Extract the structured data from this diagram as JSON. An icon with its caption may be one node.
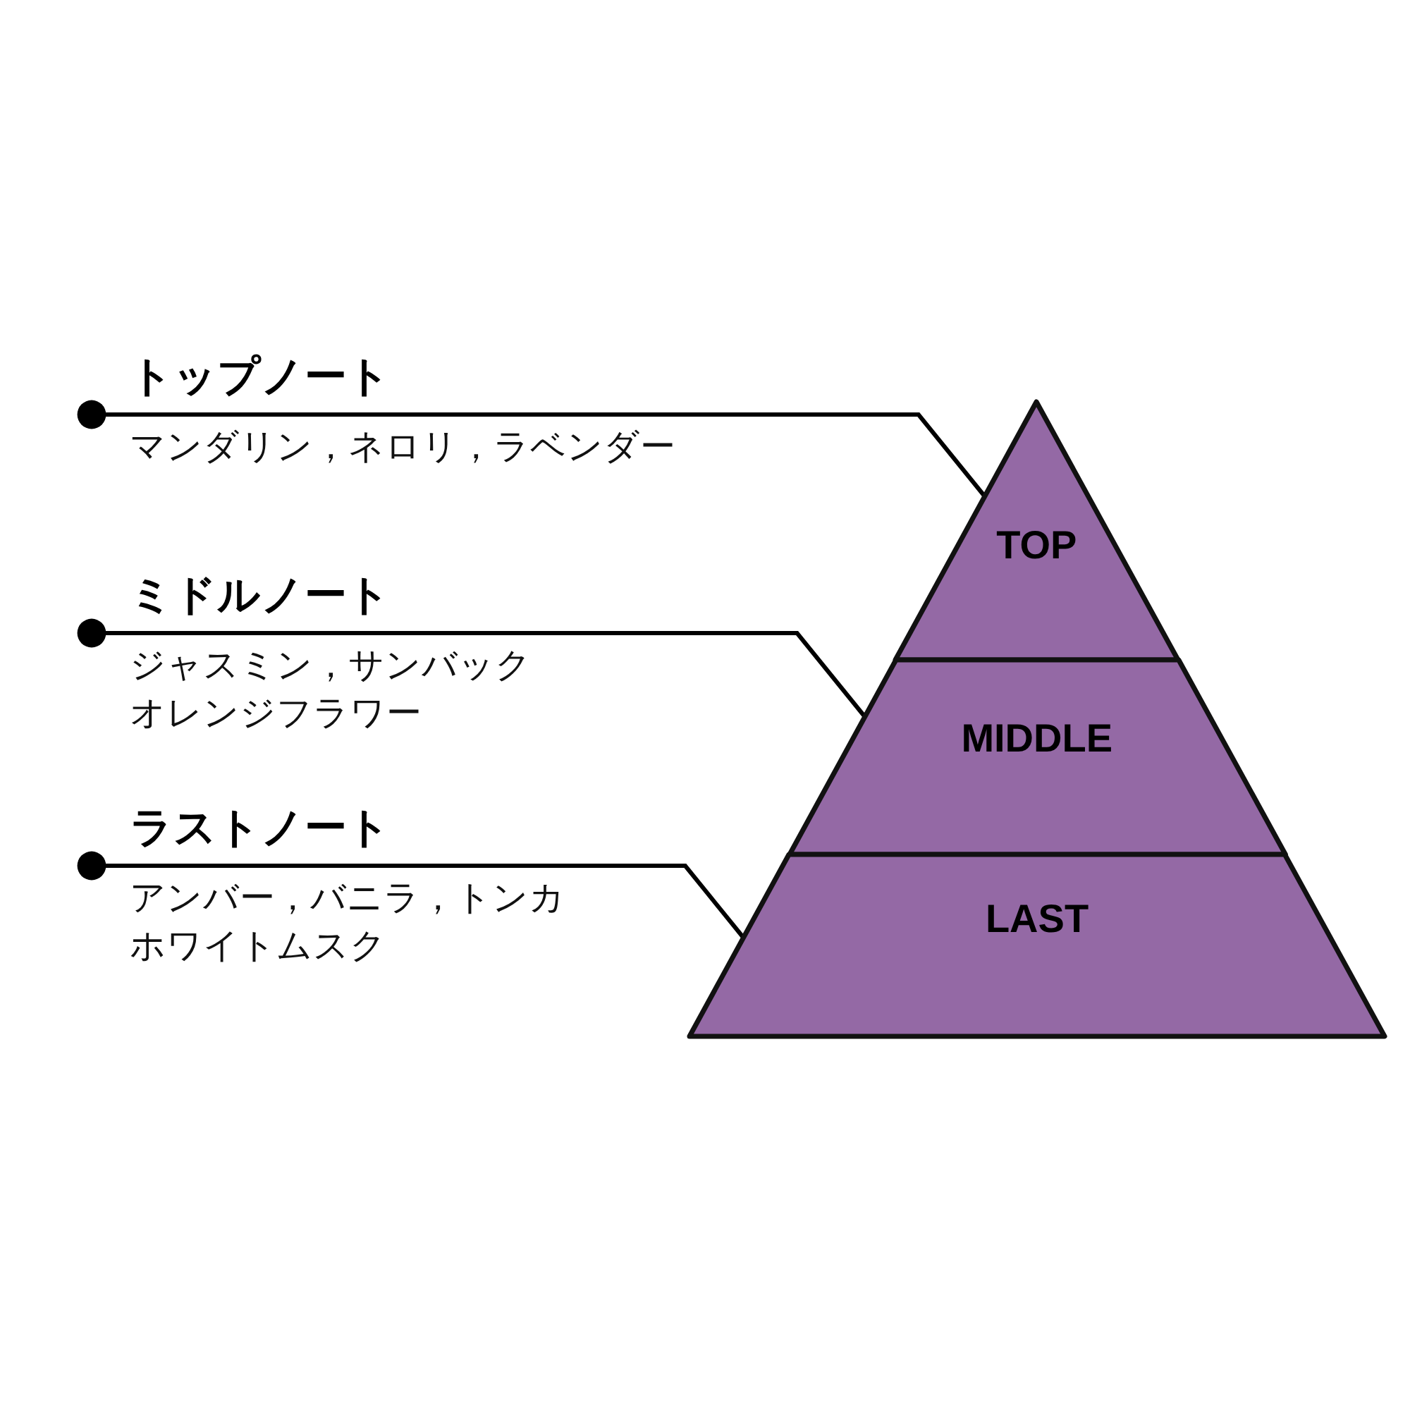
{
  "diagram": {
    "nodes": [
      {
        "text": [
          "トップノート",
          "マンダリン，ネロリ，ラベンダー"
        ]
      },
      {
        "text": [
          "ミドルノート",
          "ジャスミン，サンバックオレンジフラワー"
        ]
      },
      {
        "text": [
          "ラストノート",
          "アンバー，バニラ，トンカホワイトムスク"
        ]
      },
      {
        "text": [
          "TOP"
        ]
      },
      {
        "text": [
          "MIDDLE"
        ]
      },
      {
        "text": [
          "LAST"
        ]
      }
    ],
    "edges": [
      {
        "from": 0,
        "to": 3,
        "arrow": "other"
      },
      {
        "from": 1,
        "to": 4,
        "arrow": "other"
      },
      {
        "from": 2,
        "to": 5,
        "arrow": "other"
      }
    ]
  }
}
